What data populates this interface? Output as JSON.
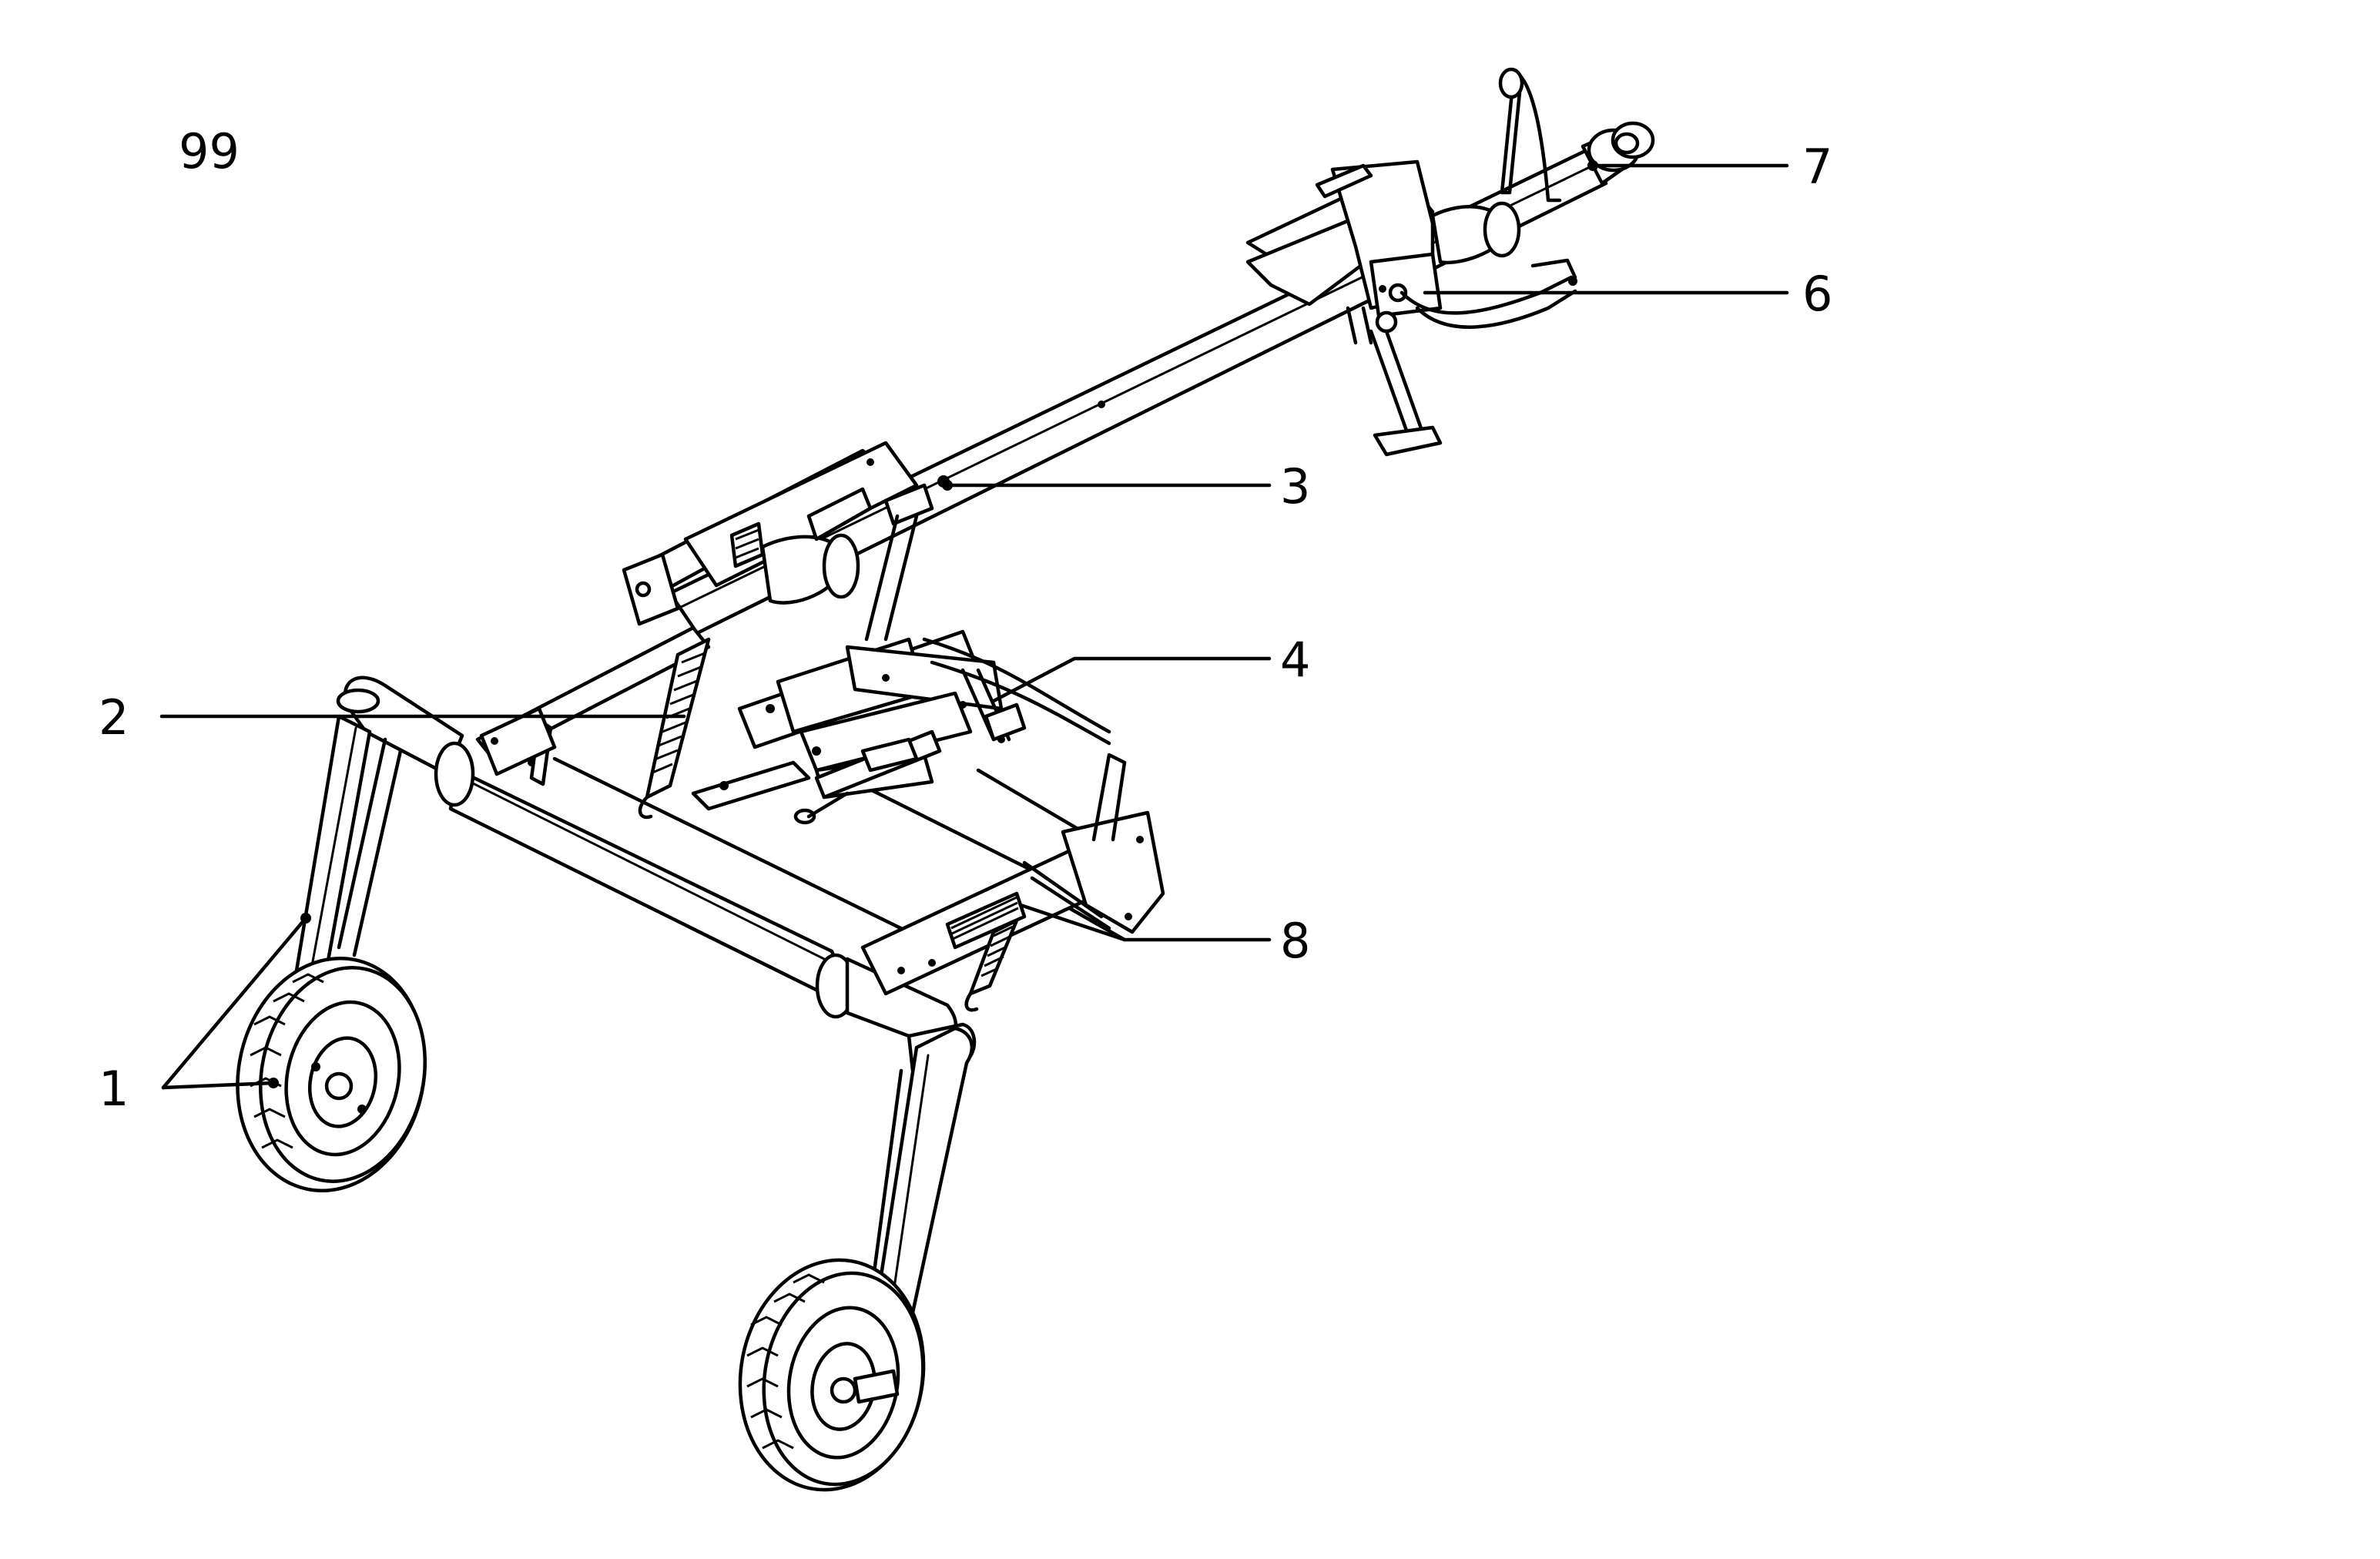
{
  "figure": {
    "page_number": "99",
    "callouts": [
      {
        "id": "1",
        "label": "1"
      },
      {
        "id": "2",
        "label": "2"
      },
      {
        "id": "3",
        "label": "3"
      },
      {
        "id": "4",
        "label": "4"
      },
      {
        "id": "6",
        "label": "6"
      },
      {
        "id": "7",
        "label": "7"
      },
      {
        "id": "8",
        "label": "8"
      }
    ]
  }
}
